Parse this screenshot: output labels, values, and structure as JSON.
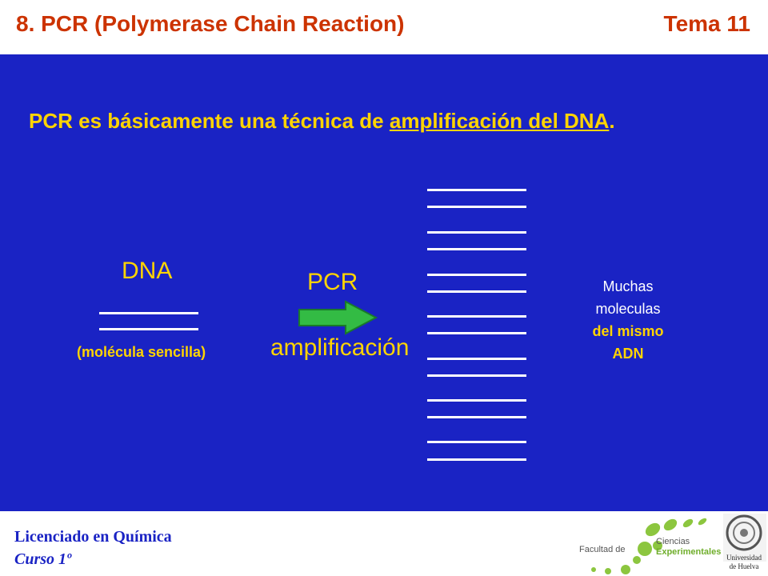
{
  "header": {
    "title": "8. PCR (Polymerase Chain Reaction)",
    "tema": "Tema 11"
  },
  "slide": {
    "headline_prefix": "PCR es básicamente una técnica de ",
    "headline_underlined": "amplificación del DNA",
    "headline_suffix": ".",
    "dna_label": "DNA",
    "single_molecule_label": "(molécula sencilla)",
    "pcr_label": "PCR",
    "amplification_label": "amplificación",
    "result_line1": "Muchas",
    "result_line2": "moleculas",
    "result_line3": "del mismo",
    "result_line4": "ADN"
  },
  "footer": {
    "line1": "Licenciado en Química",
    "line2": "Curso 1º",
    "logo_faculty": "Facultad de",
    "logo_ciencias": "Ciencias",
    "logo_experimentales": "Experimentales",
    "logo_universidad_1": "Universidad",
    "logo_universidad_2": "de Huelva"
  },
  "colors": {
    "title": "#cc3300",
    "slide_background": "#1a23c4",
    "accent_yellow": "#ffd400",
    "arrow_green": "#33bb44",
    "logo_green": "#8cc63f",
    "footer_text": "#1a23c4"
  }
}
